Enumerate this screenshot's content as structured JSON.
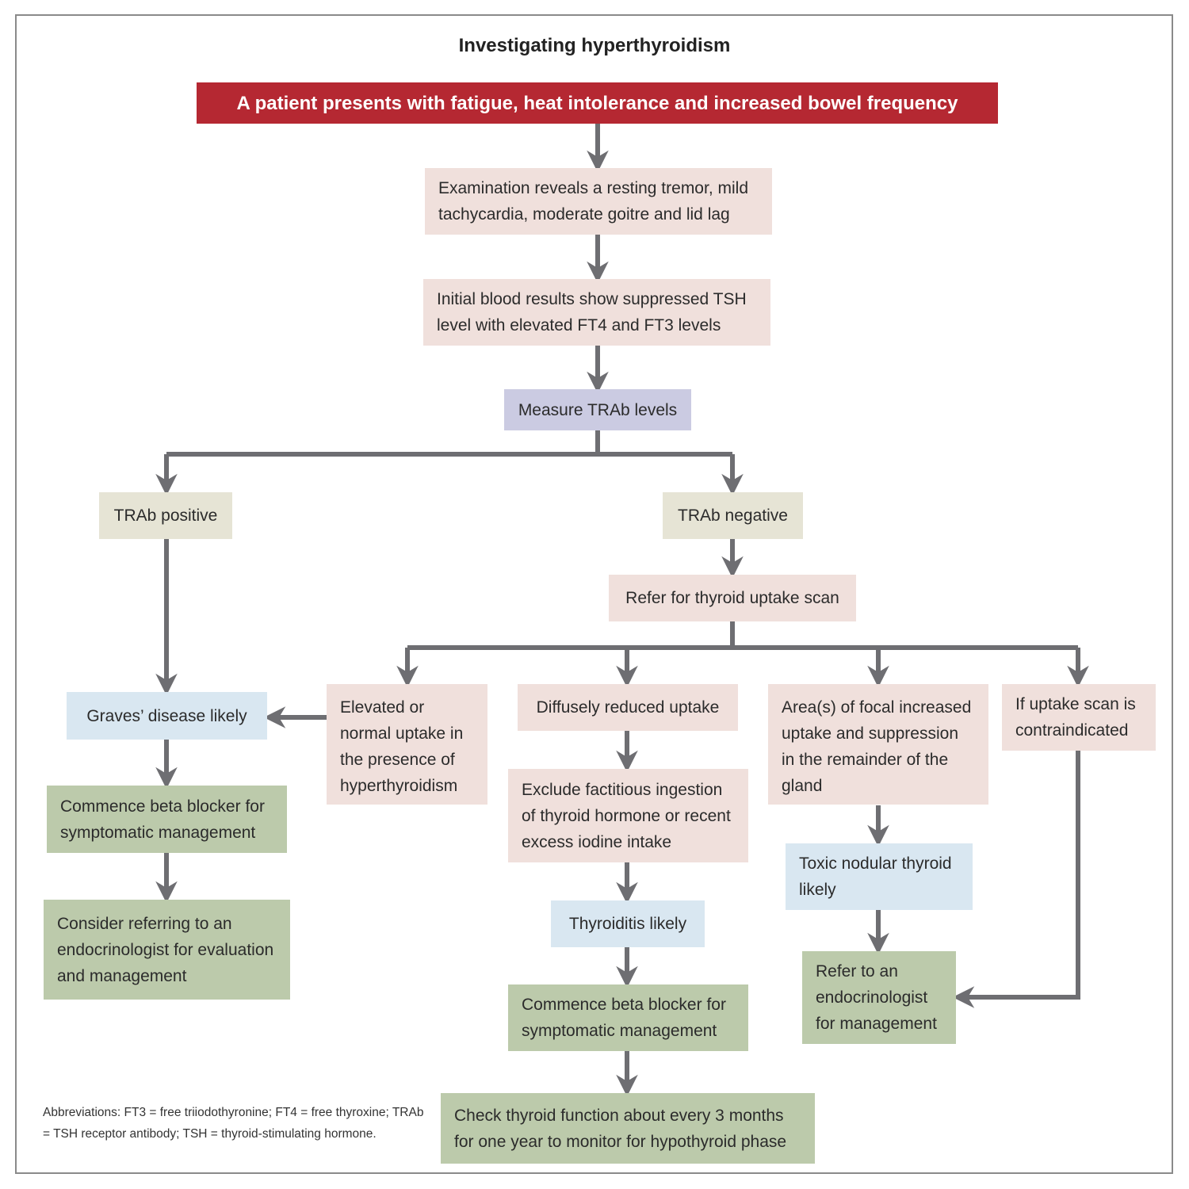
{
  "title": "Investigating hyperthyroidism",
  "nodes": {
    "presentation": "A patient presents with fatigue, heat intolerance and increased bowel frequency",
    "examination": "Examination reveals a resting tremor, mild tachycardia, moderate goitre and lid lag",
    "blood_results": "Initial blood results show suppressed TSH level with elevated FT4 and FT3 levels",
    "measure_trab": "Measure TRAb levels",
    "trab_positive": "TRAb positive",
    "trab_negative": "TRAb negative",
    "uptake_scan": "Refer for thyroid uptake scan",
    "elevated_uptake": "Elevated or normal uptake in the presence of hyperthyroidism",
    "diffusely_reduced": "Diffusely reduced uptake",
    "focal_increased": "Area(s) of focal increased uptake and suppression in the remainder of the gland",
    "scan_contraindicated": "If uptake scan is contraindicated",
    "graves": "Graves’ disease likely",
    "graves_beta_blocker": "Commence beta blocker for symptomatic management",
    "graves_refer": "Consider referring to an endocrinologist for evaluation and management",
    "exclude_factitious": "Exclude factitious ingestion of thyroid hormone or recent excess iodine intake",
    "thyroiditis": "Thyroiditis likely",
    "thyroiditis_beta_blocker": "Commence beta blocker for symptomatic management",
    "check_function": "Check thyroid function about every 3 months for one year to monitor for hypothyroid phase",
    "toxic_nodular": "Toxic nodular thyroid likely",
    "refer_endocrinologist": "Refer to an endocrinologist for management"
  },
  "footnote": "Abbreviations: FT3 = free triiodothyronine; FT4 = free thyroxine; TRAb = TSH receptor antibody; TSH = thyroid-stimulating hormone.",
  "colors": {
    "header": "#b52832",
    "step": "#f0e0dc",
    "test": "#cbcbe2",
    "result": "#e6e4d5",
    "diagnosis": "#d9e7f1",
    "management": "#bccaab",
    "connector": "#6e6e72"
  }
}
